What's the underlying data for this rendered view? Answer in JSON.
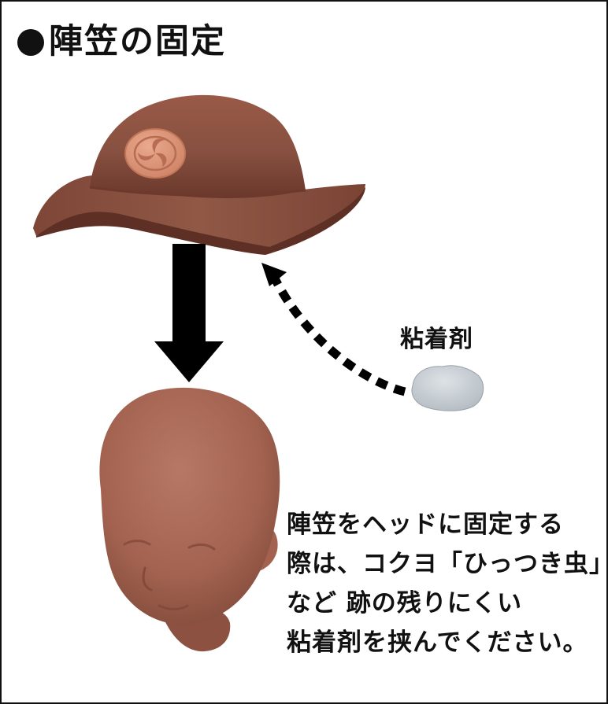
{
  "title": {
    "text": "陣笠の固定"
  },
  "adhesive": {
    "label": "粘着剤"
  },
  "instructions": {
    "lines": [
      "陣笠をヘッドに固定する",
      "際は、コクヨ「ひっつき虫」",
      "など 跡の残りにくい",
      "粘着剤を挟んでください。"
    ]
  },
  "colors": {
    "hat": "#8a4d3c",
    "hat_dark": "#5f3026",
    "crest": "#e09a7e",
    "head": "#a86652",
    "adhesive": "#c9cfd4",
    "arrow": "#000000"
  },
  "icons": {
    "crest": "mitsudomoe-crest",
    "arrow": "arrow-down-icon",
    "dotted_arrow": "dotted-curved-arrow-icon"
  }
}
